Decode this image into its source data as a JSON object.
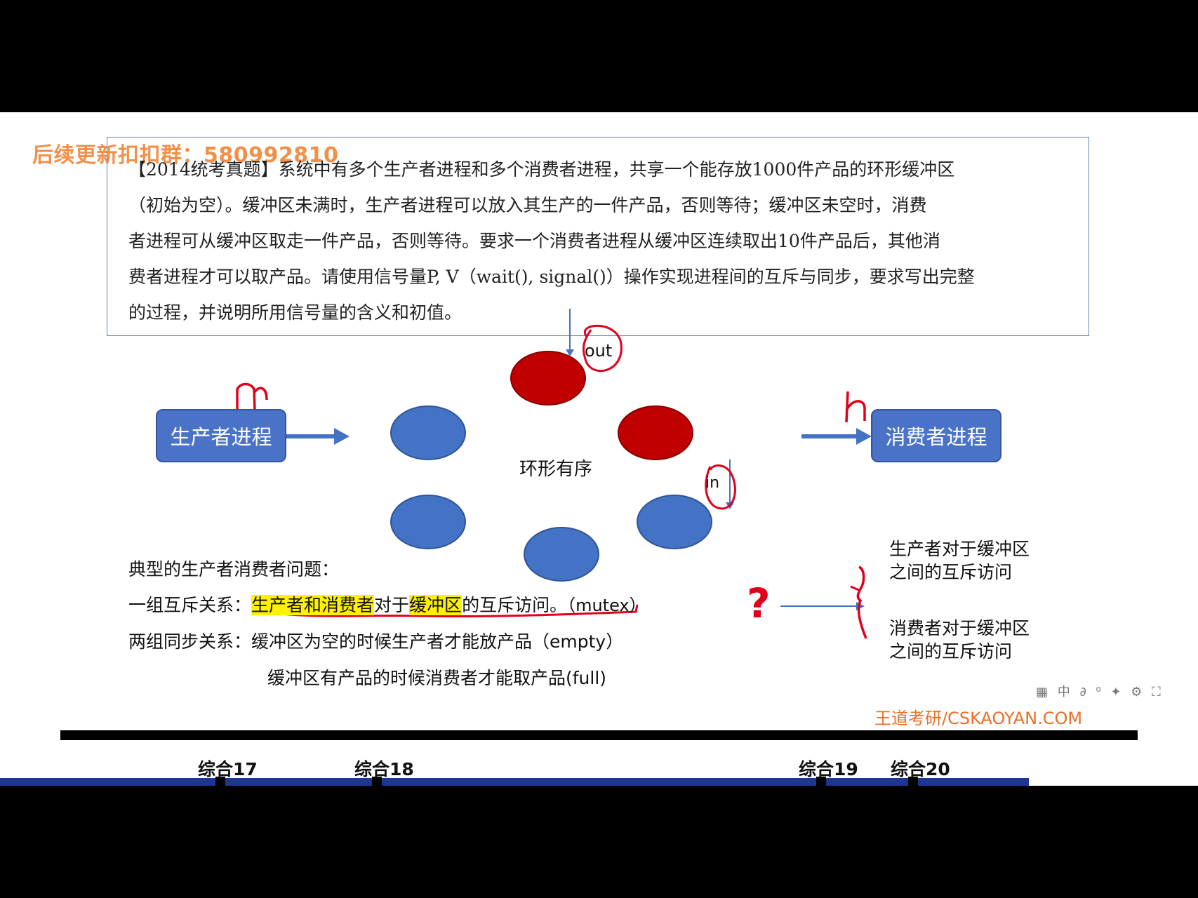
{
  "watermark": "后续更新扣扣群：580992810",
  "question": {
    "lines": [
      "【2014统考真题】系统中有多个生产者进程和多个消费者进程，共享一个能存放1000件产品的环形缓冲区",
      "（初始为空）。缓冲区未满时，生产者进程可以放入其生产的一件产品，否则等待；缓冲区未空时，消费",
      "者进程可从缓冲区取走一件产品，否则等待。要求一个消费者进程从缓冲区连续取出10件产品后，其他消",
      "费者进程才可以取产品。请使用信号量P, V（wait(), signal()）操作实现进程间的互斥与同步，要求写出完整",
      "的过程，并说明所用信号量的含义和初值。"
    ]
  },
  "diagram": {
    "producer": "生产者进程",
    "consumer": "消费者进程",
    "ring_label": "环形有序",
    "out_label": "out",
    "in_label": "in",
    "colors": {
      "filled": "#c00000",
      "empty": "#4472c4",
      "annotation": "#e0001b"
    }
  },
  "analysis": {
    "title": "典型的生产者消费者问题：",
    "mutex_prefix": "一组互斥关系：",
    "mutex_hl1": "生产者和消费者",
    "mutex_mid": "对于",
    "mutex_hl2": "缓冲区",
    "mutex_tail": "的互斥访问。",
    "mutex_var": "（mutex）",
    "sync_prefix": "两组同步关系：",
    "sync1": "缓冲区为空的时候生产者才能放产品（empty）",
    "sync2": "缓冲区有产品的时候消费者才能取产品(full)"
  },
  "side_notes": {
    "question_mark": "?",
    "note1_line1": "生产者对于缓冲区",
    "note1_line2": "之间的互斥访问",
    "note2_line1": "消费者对于缓冲区",
    "note2_line2": "之间的互斥访问"
  },
  "brand": "王道考研/CSKAOYAN.COM",
  "toolbar_text": "▦ 中 ∂ ⁰ ✦ ⚙ ⛶",
  "timeline": {
    "markers": [
      "综合17",
      "综合18",
      "综合19",
      "综合20"
    ]
  }
}
